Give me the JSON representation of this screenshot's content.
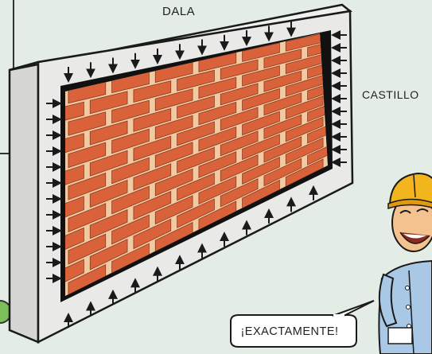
{
  "labels": {
    "top_beam": "DALA",
    "column": "CASTILLO"
  },
  "speech_bubble": {
    "text": "¡EXACTAMENTE!"
  },
  "colors": {
    "background": "#e4ece6",
    "brick": "#d9623a",
    "mortar": "#f1c9a2",
    "concrete": "#e8e8e6",
    "outline": "#1a1a1a",
    "helmet": "#f2b51d",
    "shirt": "#a8c8e6"
  },
  "icons": [
    "down-arrow-icon",
    "right-arrow-icon",
    "left-arrow-icon",
    "up-arrow-icon"
  ]
}
